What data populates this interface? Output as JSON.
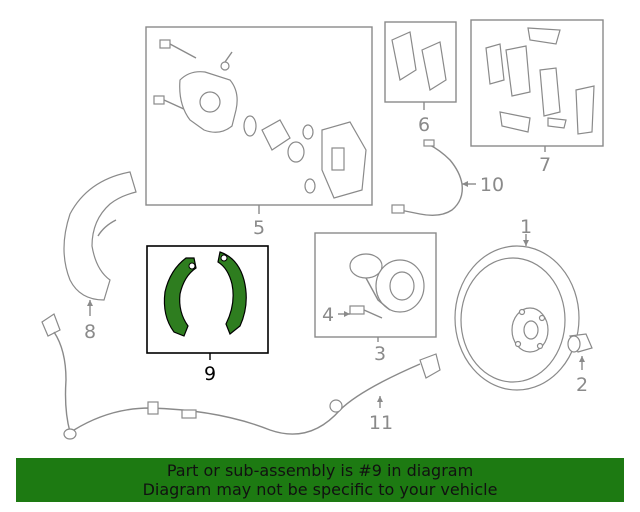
{
  "diagram": {
    "callouts": [
      {
        "id": "1",
        "label": "1"
      },
      {
        "id": "2",
        "label": "2"
      },
      {
        "id": "3",
        "label": "3"
      },
      {
        "id": "4",
        "label": "4"
      },
      {
        "id": "5",
        "label": "5"
      },
      {
        "id": "6",
        "label": "6"
      },
      {
        "id": "7",
        "label": "7"
      },
      {
        "id": "8",
        "label": "8"
      },
      {
        "id": "9",
        "label": "9"
      },
      {
        "id": "10",
        "label": "10"
      },
      {
        "id": "11",
        "label": "11"
      }
    ],
    "highlighted_part": "9",
    "highlight_color": "#2e7d1f"
  },
  "banner": {
    "line1": "Part or sub-assembly is #9 in diagram",
    "line2": "Diagram may not be specific to your vehicle",
    "background": "#1d7a12"
  }
}
